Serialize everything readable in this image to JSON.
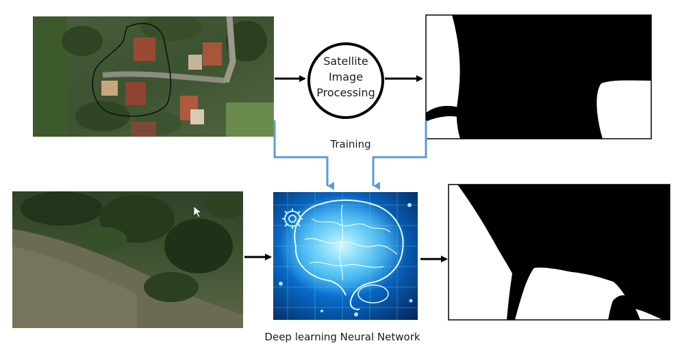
{
  "process_node": {
    "line1": "Satellite",
    "line2": "Image",
    "line3": "Processing"
  },
  "training_label": "Training",
  "network_caption": "Deep learning Neural Network",
  "colors": {
    "arrow_black": "#000000",
    "training_blue": "#5b9bd5",
    "brain_glow": "#7fe6ff",
    "mask_black": "#000000",
    "mask_white": "#ffffff"
  },
  "icons": {
    "brain": "brain-circuit-icon",
    "gear": "gear-icon",
    "cursor": "mouse-pointer-icon"
  }
}
